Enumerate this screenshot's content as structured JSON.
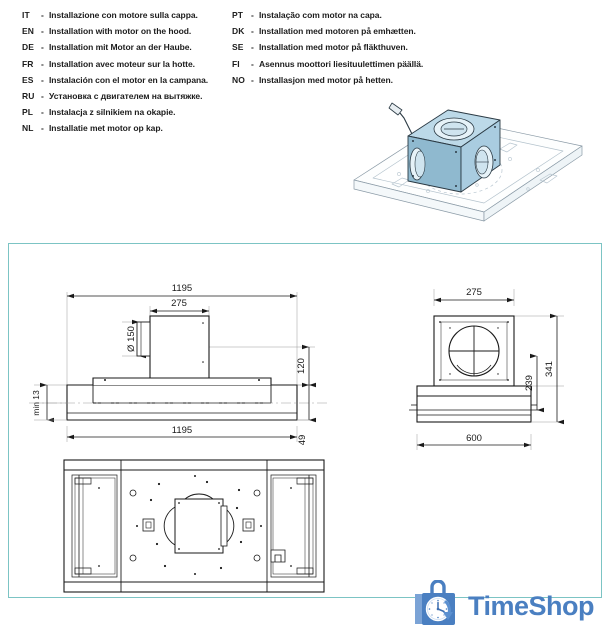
{
  "legend": {
    "left_column": [
      {
        "code": "IT",
        "dash": "-",
        "text": "Installazione con motore sulla cappa."
      },
      {
        "code": "EN",
        "dash": "-",
        "text": "Installation with motor on the hood."
      },
      {
        "code": "DE",
        "dash": "-",
        "text": "Installation mit Motor an der Haube."
      },
      {
        "code": "FR",
        "dash": "-",
        "text": "Installation avec moteur sur la hotte."
      },
      {
        "code": "ES",
        "dash": "-",
        "text": "Instalación con el motor en la campana."
      },
      {
        "code": "RU",
        "dash": "-",
        "text": "Установка с двигателем на вытяжке."
      },
      {
        "code": "PL",
        "dash": "-",
        "text": "Instalacja z silnikiem na okapie."
      },
      {
        "code": "NL",
        "dash": "-",
        "text": "Installatie met motor op kap."
      }
    ],
    "right_column": [
      {
        "code": "PT",
        "dash": "-",
        "text": "Instalação com motor na capa."
      },
      {
        "code": "DK",
        "dash": "-",
        "text": "Installation med motoren på emhætten."
      },
      {
        "code": "SE",
        "dash": "-",
        "text": "Installation med motor på fläkthuven."
      },
      {
        "code": "FI",
        "dash": "-",
        "text": "Asennus moottori liesituulettimen päällä."
      },
      {
        "code": "NO",
        "dash": "-",
        "text": "Installasjon med motor på hetten."
      }
    ]
  },
  "drawings": {
    "front_view": {
      "dimensions": {
        "overall_width_top": "1195",
        "overall_width_bottom": "1195",
        "motor_box_width": "275",
        "duct_diameter": "Ø 150",
        "motor_box_height": "120",
        "hood_body_height": "49",
        "ceiling_gap": "min 13"
      }
    },
    "side_view": {
      "dimensions": {
        "motor_box_width": "275",
        "overall_height": "341",
        "motor_box_height": "239",
        "hood_depth": "600"
      }
    },
    "plan_view": {
      "dimensions": {}
    }
  },
  "brand": {
    "name": "TimeShop",
    "accent_color": "#4a7fc1",
    "bag_color": "#4a7fc1",
    "arrow_color": "#5b90d0"
  },
  "colors": {
    "panel_border": "#7cc4c4",
    "line": "#1a1a1a",
    "iso_fill": "#c8e0ec",
    "iso_light": "#f2f7fa",
    "text": "#1c1c1c"
  }
}
